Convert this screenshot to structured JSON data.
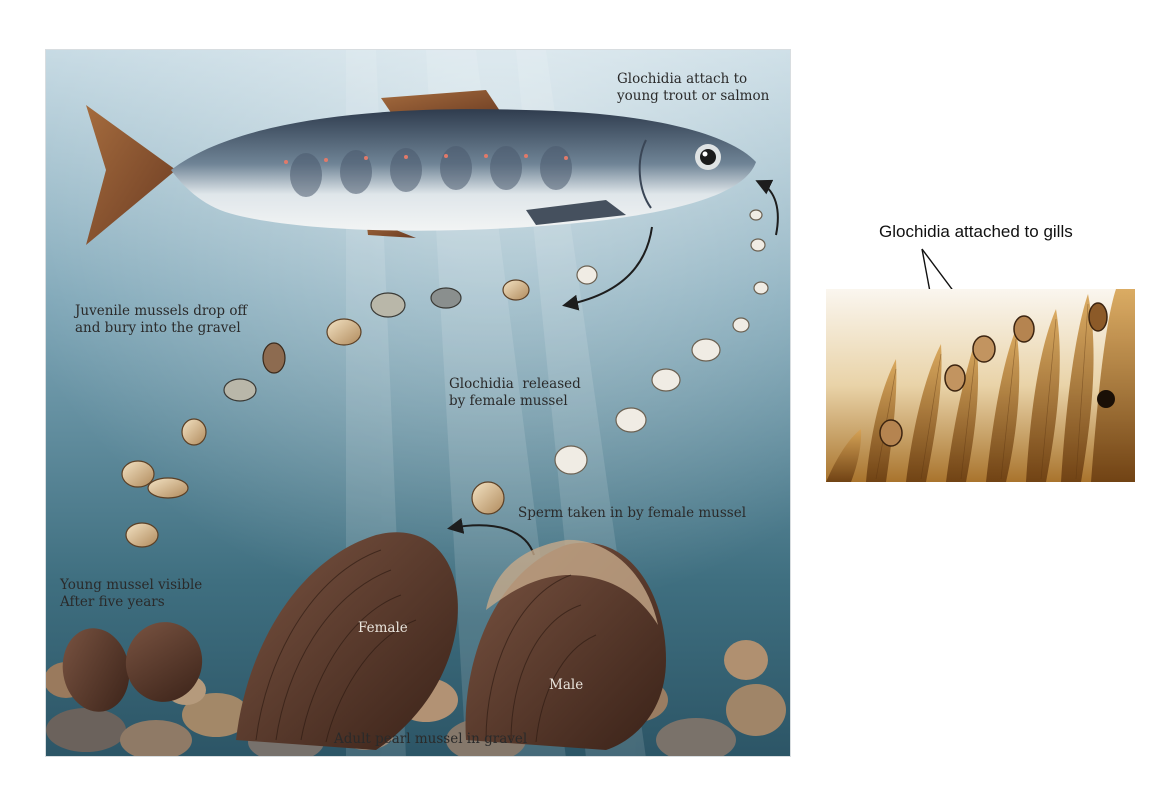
{
  "diagram": {
    "labels": {
      "attach": [
        "Glochidia attach to",
        "young trout or salmon"
      ],
      "juvenile": [
        "Juvenile mussels drop off",
        "and bury into the gravel"
      ],
      "released": [
        "Glochidia  released",
        "by female mussel"
      ],
      "sperm": "Sperm taken in by female mussel",
      "young": [
        "Young mussel visible",
        "After five years"
      ],
      "female": "Female",
      "male": "Male",
      "adult": "Adult pearl mussel in gravel"
    }
  },
  "inset": {
    "label": "Glochidia attached to gills"
  },
  "colors": {
    "water_top": "#b9d3df",
    "water_bottom": "#2f5e6e",
    "mussel_shell": "#5a3a2c",
    "fish_back": "#3b4a5c",
    "fish_belly": "#e6ecef",
    "gill_tissue": "#c9943f"
  }
}
